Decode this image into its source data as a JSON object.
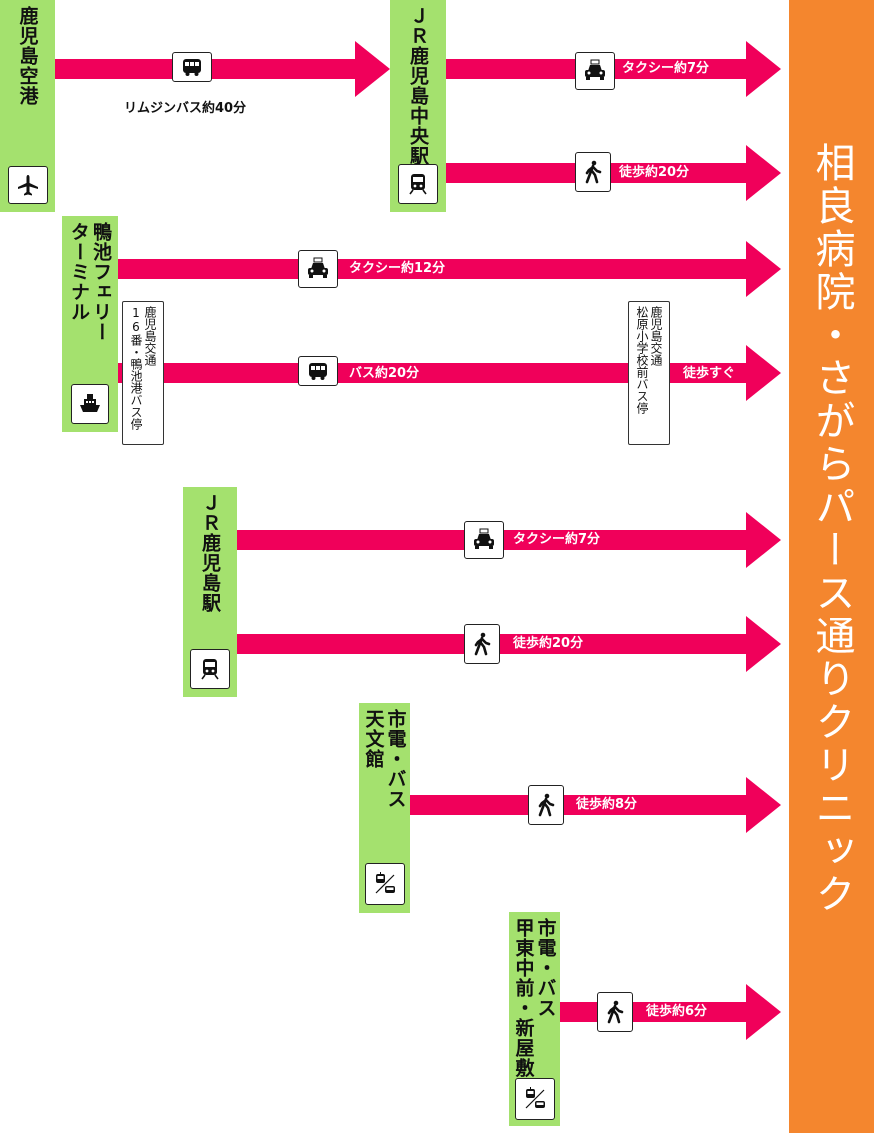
{
  "destination": "相良病院・さがらパース通りクリニック",
  "colors": {
    "route": "#f0005a",
    "origin": "#a4e16e",
    "destination": "#f4862e"
  },
  "origins": {
    "airport": {
      "name": "鹿児島空港",
      "icon": "airplane-icon"
    },
    "jr_chuo": {
      "name": "ＪＲ鹿児島中央駅",
      "icon": "train-icon"
    },
    "ferry": {
      "name": "鴨池フェリー\nターミナル",
      "icon": "ship-icon"
    },
    "jr_kagoshima": {
      "name": "ＪＲ鹿児島駅",
      "icon": "train-icon"
    },
    "tenmonkan": {
      "name": "市電・バス\n天文館",
      "icon": "tram-bus-icon"
    },
    "kotsu": {
      "name": "市電・バス\n甲東中前・新屋敷",
      "icon": "tram-bus-icon"
    }
  },
  "routes": {
    "airport_bus": "リムジンバス約40分",
    "chuo_taxi": "タクシー約7分",
    "chuo_walk": "徒歩約20分",
    "ferry_taxi": "タクシー約12分",
    "ferry_bus": "バス約20分",
    "ferry_walk": "徒歩すぐ",
    "ferry_stop_from": "鹿児島交通\n16番・鴨池港バス停",
    "ferry_stop_to": "鹿児島交通\n松原小学校前バス停",
    "kagoshima_taxi": "タクシー約7分",
    "kagoshima_walk": "徒歩約20分",
    "tenmonkan_walk": "徒歩約8分",
    "kotsu_walk": "徒歩約6分"
  },
  "taxi_sign": "TAXI"
}
